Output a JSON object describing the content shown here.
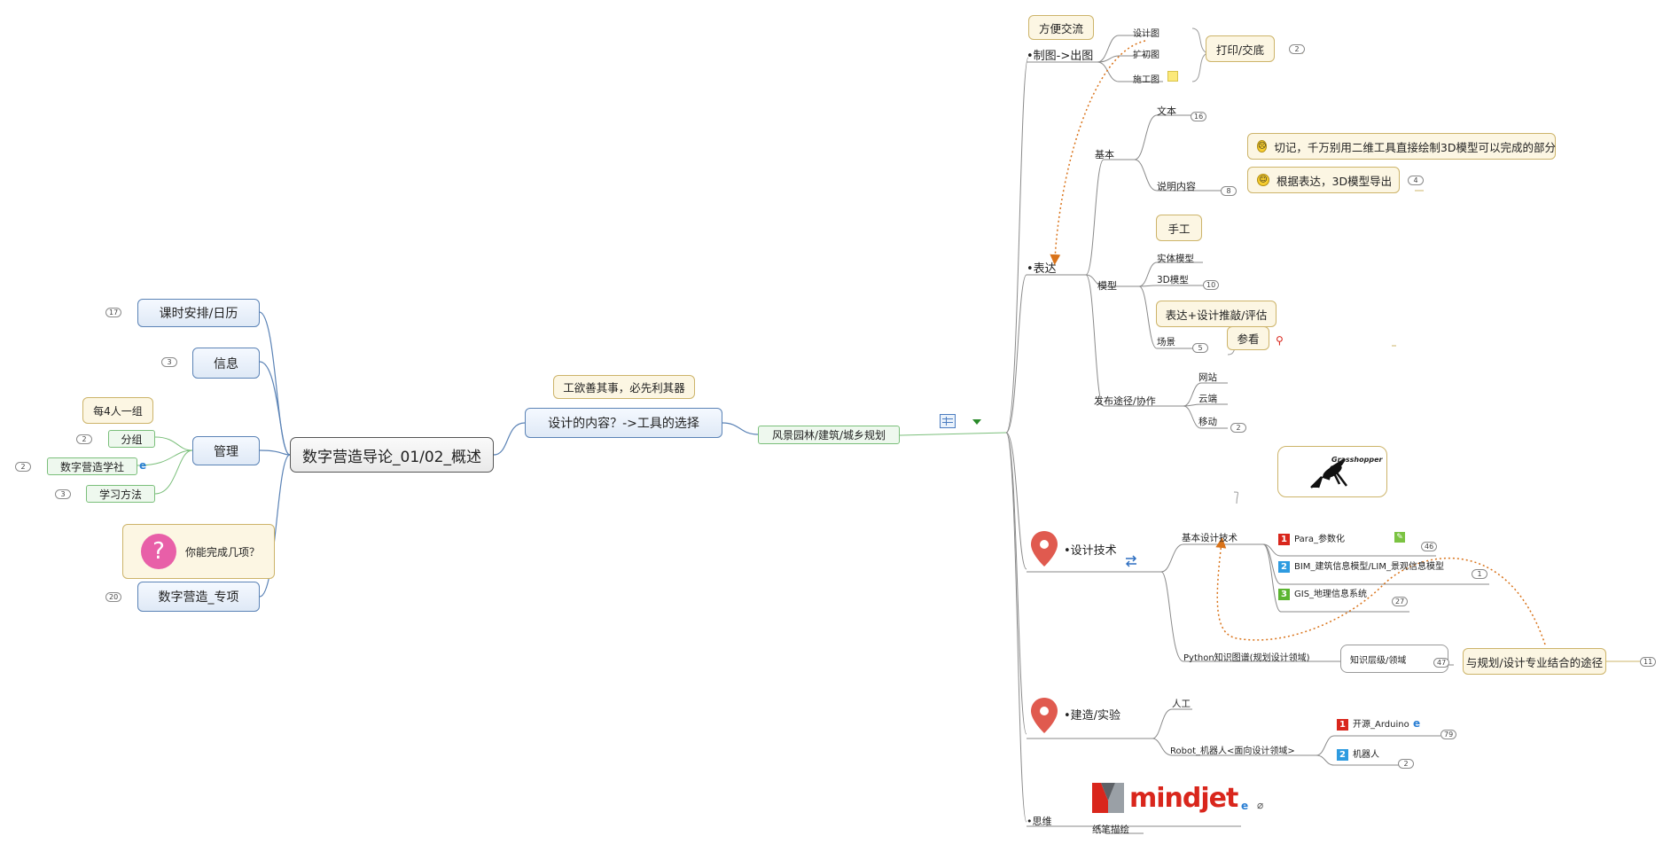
{
  "central": {
    "label": "数字营造导论_01/02_概述"
  },
  "left_topics": {
    "schedule": {
      "label": "课时安排/日历",
      "badge": "17"
    },
    "info": {
      "label": "信息",
      "badge": "3"
    },
    "manage": {
      "label": "管理"
    },
    "manage_note": "每4人一组",
    "group": {
      "label": "分组",
      "badge": "2"
    },
    "club": {
      "label": "数字营造学社",
      "badge": "2"
    },
    "method": {
      "label": "学习方法",
      "badge": "3"
    },
    "question_note": "你能完成几项？",
    "question_icon": "?",
    "special": {
      "label": "数字营造_专项",
      "badge": "20"
    }
  },
  "middle": {
    "design_content": "设计的内容？->工具的选择",
    "tool_note": "工欲善其事，必先利其器",
    "landscape": "风景园林/建筑/城乡规划"
  },
  "drawing": {
    "title": "•制图->出图",
    "note": "方便交流",
    "items": [
      "设计图",
      "扩初图",
      "施工图"
    ],
    "summary": "打印/交底",
    "summary_badge": "2"
  },
  "expression": {
    "title": "•表达",
    "basic": "基本",
    "text": "文本",
    "text_badge": "16",
    "desc": "说明内容",
    "desc_badge": "8",
    "warn_note": "切记，千万别用二维工具直接绘制3D模型可以完成的部分",
    "export_note": "根据表达，3D模型导出",
    "export_badge": "4",
    "model": "模型",
    "manual_note": "手工",
    "physical": "实体模型",
    "model3d": "3D模型",
    "model3d_badge": "10",
    "scene_note": "表达+设计推敲/评估",
    "scene": "场景",
    "scene_badge": "5",
    "ref_note": "参看",
    "publish": "发布途径/协作",
    "web": "网站",
    "cloud": "云端",
    "mobile": "移动",
    "mobile_badge": "2"
  },
  "tech": {
    "title": "•设计技术",
    "grasshopper": "Grasshopper",
    "basic": "基本设计技术",
    "items": [
      {
        "num": "1",
        "label": "Para_参数化",
        "badge": "46",
        "color": "#d9261c"
      },
      {
        "num": "2",
        "label": "BIM_建筑信息模型/LIM_景观信息模型",
        "badge": "1",
        "color": "#2e9be0"
      },
      {
        "num": "3",
        "label": "GIS_地理信息系统",
        "badge": "27",
        "color": "#5cb531"
      }
    ],
    "python": "Python知识图谱(规划设计领域)",
    "knowledge": "知识层级/领域",
    "knowledge_badge": "47",
    "path": "与规划/设计专业结合的途径",
    "path_badge": "11"
  },
  "build": {
    "title": "•建造/实验",
    "manual": "人工",
    "robot": "Robot_机器人<面向设计领域>",
    "items": [
      {
        "num": "1",
        "label": "开源_Arduino",
        "badge": "79",
        "color": "#d9261c"
      },
      {
        "num": "2",
        "label": "机器人",
        "badge": "2",
        "color": "#2e9be0"
      }
    ]
  },
  "thinking": {
    "title": "•思维",
    "logo": "mindjet",
    "sketch": "纸笔描绘"
  },
  "colors": {
    "accent_blue": "#5b83b6",
    "callout": "#cdb46a",
    "pin": "#e05a4f",
    "green": "#7bbf7b",
    "relation": "#d9731a"
  }
}
